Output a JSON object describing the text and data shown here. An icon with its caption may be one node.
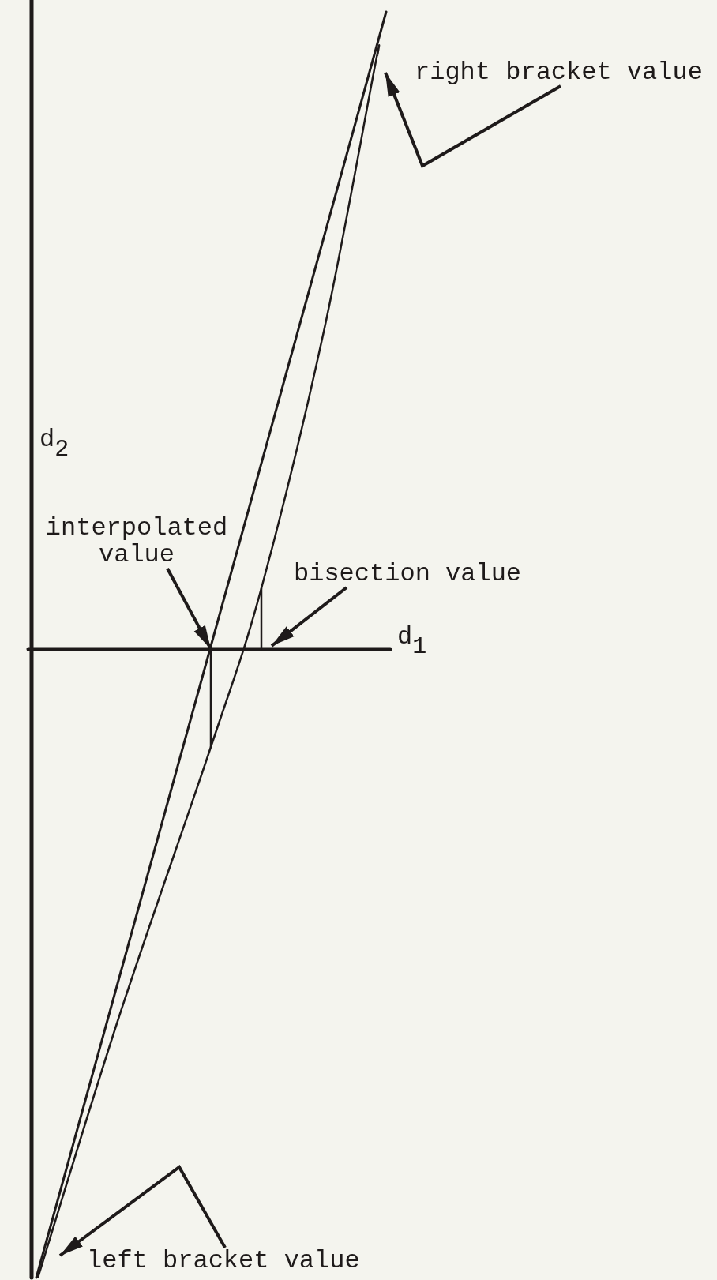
{
  "diagram": {
    "nodes": [
      {
        "text": [
          "right bracket value"
        ]
      },
      {
        "text": [
          "interpolated value"
        ]
      },
      {
        "text": [
          "bisection value"
        ]
      },
      {
        "text": [
          "left bracket value"
        ]
      }
    ],
    "edges": [
      {
        "from": 0,
        "to": null,
        "arrow": "to"
      },
      {
        "from": 1,
        "to": null,
        "arrow": "to"
      },
      {
        "from": 2,
        "to": null,
        "arrow": "to"
      },
      {
        "from": 3,
        "to": null,
        "arrow": "to"
      }
    ],
    "labels": [
      "d$_{2}$",
      "d$_{1}$"
    ]
  }
}
